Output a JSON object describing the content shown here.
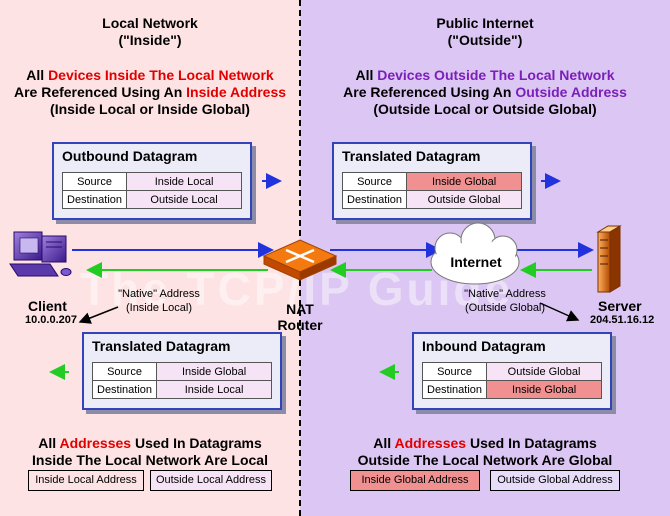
{
  "left": {
    "heading": [
      "Local Network",
      "(\"Inside\")"
    ],
    "desc": {
      "l1_a": "All ",
      "l1_b": "Devices Inside The Local Network",
      "l2_a": "Are Referenced Using An ",
      "l2_b": "Inside Address",
      "l3": "(Inside Local or Inside Global)"
    },
    "outbound": {
      "title": "Outbound Datagram",
      "rows": [
        {
          "label": "Source",
          "value": "Inside Local"
        },
        {
          "label": "Destination",
          "value": "Outside Local"
        }
      ]
    },
    "translated": {
      "title": "Translated Datagram",
      "rows": [
        {
          "label": "Source",
          "value": "Inside Global"
        },
        {
          "label": "Destination",
          "value": "Inside Local"
        }
      ]
    },
    "summary": {
      "a": "All ",
      "b": "Addresses",
      "c": " Used In Datagrams",
      "l2": "Inside The Local Network Are Local"
    },
    "legend": [
      "Inside Local Address",
      "Outside Local Address"
    ]
  },
  "right": {
    "heading": [
      "Public Internet",
      "(\"Outside\")"
    ],
    "desc": {
      "l1_a": "All ",
      "l1_b": "Devices Outside The Local Network",
      "l2_a": "Are Referenced Using An ",
      "l2_b": "Outside Address",
      "l3": "(Outside Local or Outside Global)"
    },
    "translated": {
      "title": "Translated Datagram",
      "rows": [
        {
          "label": "Source",
          "value": "Inside Global"
        },
        {
          "label": "Destination",
          "value": "Outside Global"
        }
      ]
    },
    "inbound": {
      "title": "Inbound Datagram",
      "rows": [
        {
          "label": "Source",
          "value": "Outside Global"
        },
        {
          "label": "Destination",
          "value": "Inside Global"
        }
      ]
    },
    "summary": {
      "a": "All ",
      "b": "Addresses",
      "c": " Used In Datagrams",
      "l2": "Outside The Local Network Are Global"
    },
    "legend": [
      "Inside Global Address",
      "Outside Global Address"
    ]
  },
  "nodes": {
    "client": {
      "label": "Client",
      "addr": "10.0.0.207",
      "note": [
        "\"Native\" Address",
        "(Inside Local)"
      ]
    },
    "router": {
      "label": [
        "NAT",
        "Router"
      ]
    },
    "internet": {
      "label": "Internet"
    },
    "server": {
      "label": "Server",
      "addr": "204.51.16.12",
      "note": [
        "\"Native\" Address",
        "(Outside Global)"
      ]
    }
  },
  "watermark": "The TCP/IP Guide",
  "colors": {
    "inside_bg": "#fde3e3",
    "outside_bg": "#dcc6f3",
    "outbound_arrow": "#2233dd",
    "inbound_arrow": "#22cc22",
    "highlight": "#f09090"
  }
}
